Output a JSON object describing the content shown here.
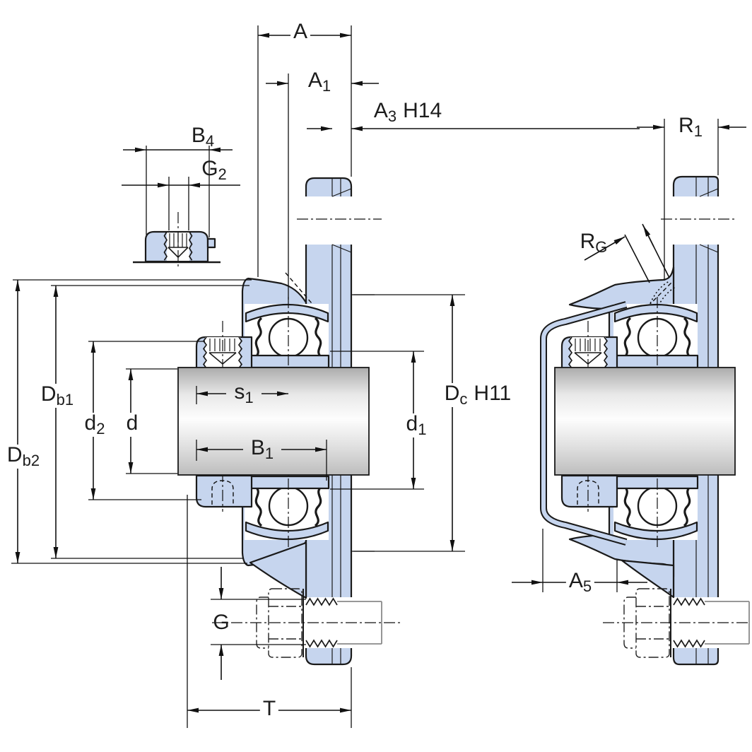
{
  "drawing": {
    "type": "bearing-unit-cross-section",
    "figures": [
      "cast-housing-flanged-unit-side-view",
      "pressed-steel-flanged-unit-side-view",
      "grub-screw-collar-detail"
    ],
    "labels": {
      "A": {
        "base": "A"
      },
      "A1": {
        "base": "A",
        "sub": "1"
      },
      "A3": {
        "base": "A",
        "sub": "3",
        "suffix": "H14"
      },
      "B4": {
        "base": "B",
        "sub": "4"
      },
      "G2": {
        "base": "G",
        "sub": "2"
      },
      "Db1": {
        "base": "D",
        "sub": "b1"
      },
      "Db2": {
        "base": "D",
        "sub": "b2"
      },
      "d2": {
        "base": "d",
        "sub": "2"
      },
      "d": {
        "base": "d"
      },
      "s1": {
        "base": "s",
        "sub": "1"
      },
      "B1": {
        "base": "B",
        "sub": "1"
      },
      "d1": {
        "base": "d",
        "sub": "1"
      },
      "DcH11": {
        "base": "D",
        "sub": "c",
        "suffix": "H11"
      },
      "G": {
        "base": "G"
      },
      "T": {
        "base": "T"
      },
      "R1": {
        "base": "R",
        "sub": "1"
      },
      "RG": {
        "base": "R",
        "sub": "G"
      },
      "A5": {
        "base": "A",
        "sub": "5"
      }
    },
    "colors": {
      "part_fill": "#c6d5ee",
      "outline": "#1a1a1a",
      "dim_line": "#111111",
      "shaft_dark": "#ababab",
      "shaft_light": "#fdfdfd"
    }
  }
}
